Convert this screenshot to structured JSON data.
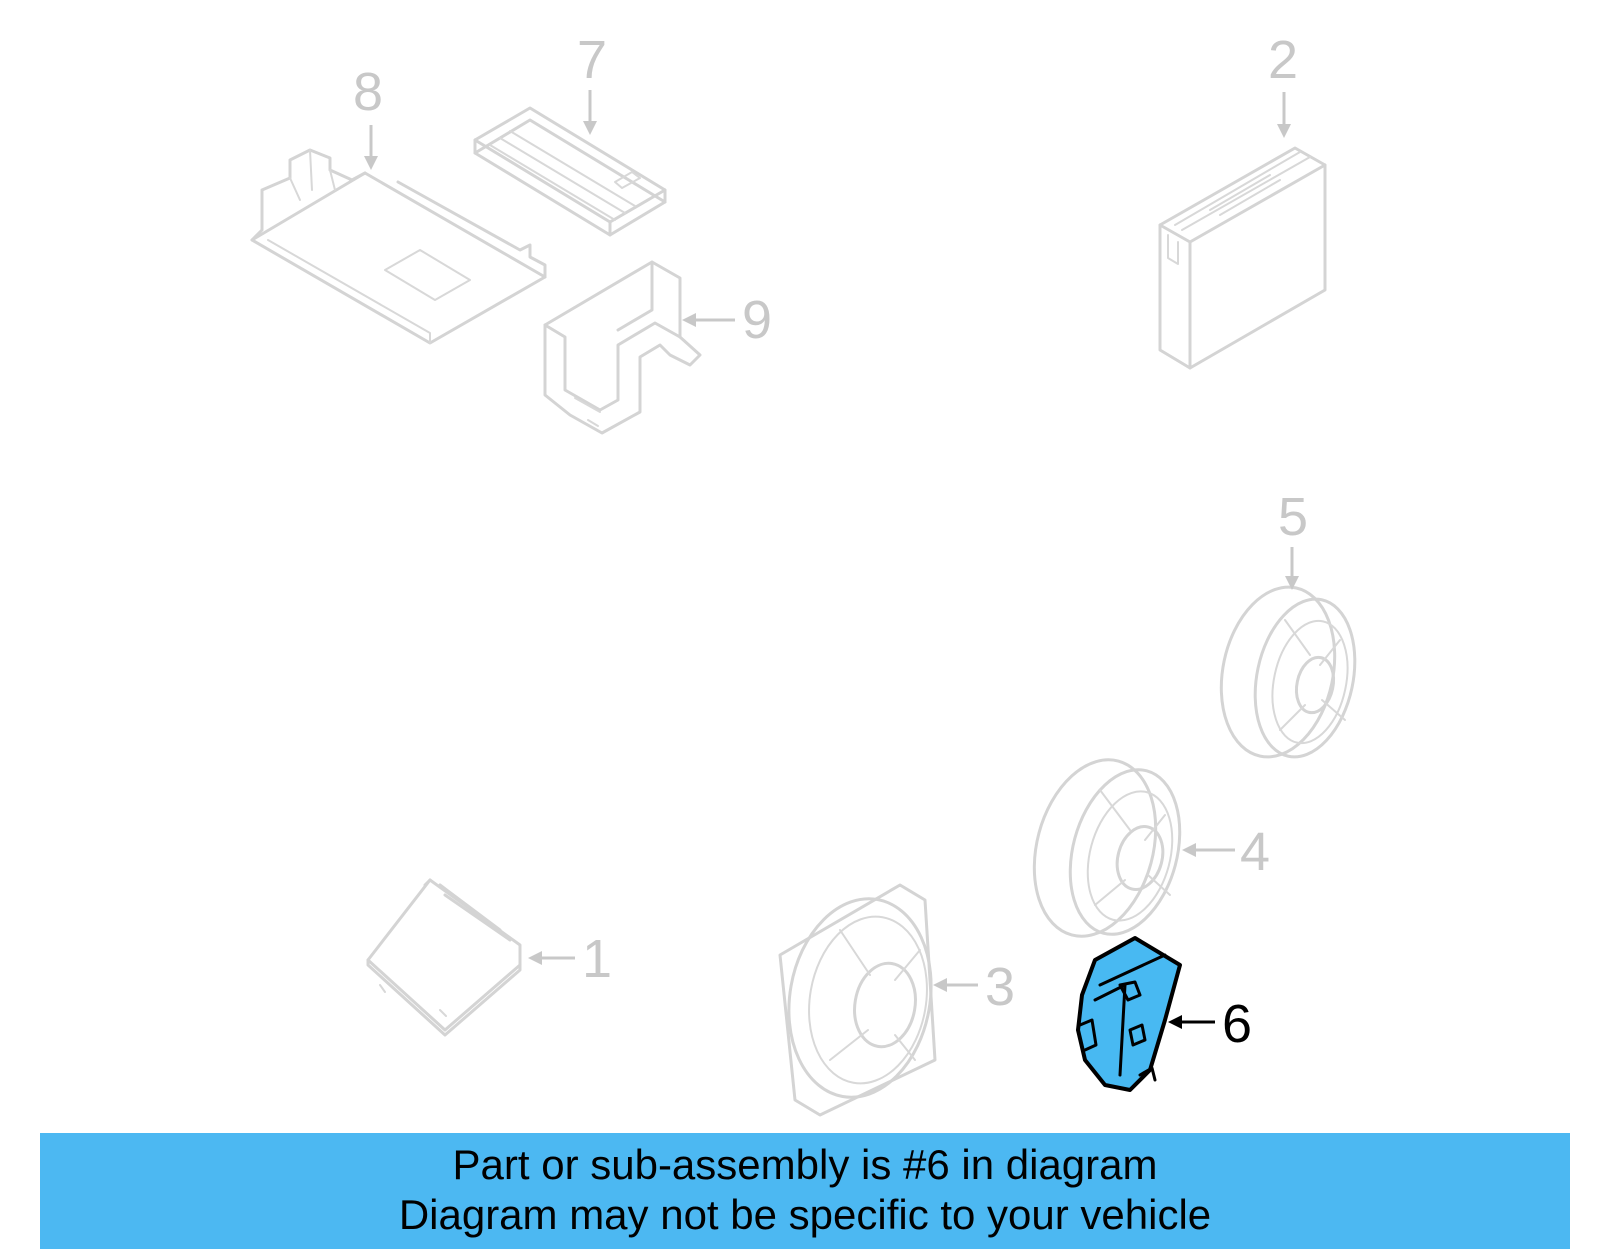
{
  "diagram": {
    "callouts": [
      {
        "id": "1",
        "label": "1",
        "highlighted": false
      },
      {
        "id": "2",
        "label": "2",
        "highlighted": false
      },
      {
        "id": "3",
        "label": "3",
        "highlighted": false
      },
      {
        "id": "4",
        "label": "4",
        "highlighted": false
      },
      {
        "id": "5",
        "label": "5",
        "highlighted": false
      },
      {
        "id": "6",
        "label": "6",
        "highlighted": true
      },
      {
        "id": "7",
        "label": "7",
        "highlighted": false
      },
      {
        "id": "8",
        "label": "8",
        "highlighted": false
      },
      {
        "id": "9",
        "label": "9",
        "highlighted": false
      }
    ],
    "highlight_color": "#48b9f2",
    "part_color": "#d4d4d4"
  },
  "banner": {
    "line1": "Part or sub-assembly is #6 in diagram",
    "line2": "Diagram may not be specific to your vehicle",
    "background": "#4cb8f2"
  }
}
